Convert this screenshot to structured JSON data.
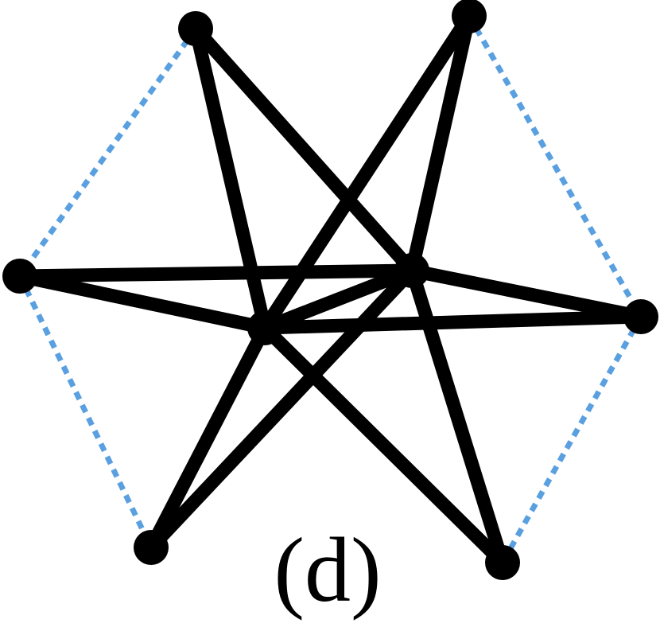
{
  "colors": {
    "node": "#000000",
    "solid_edge": "#000000",
    "dotted_edge": "#5aa0e0",
    "caption": "#000000"
  },
  "graph": {
    "caption": "(d)",
    "nodes": [
      {
        "id": "top-left"
      },
      {
        "id": "top-right"
      },
      {
        "id": "left"
      },
      {
        "id": "center-left"
      },
      {
        "id": "center-right"
      },
      {
        "id": "right"
      },
      {
        "id": "bottom-left"
      },
      {
        "id": "bottom-right"
      }
    ],
    "solid_edges": [
      [
        "top-left",
        "center-left"
      ],
      [
        "top-left",
        "center-right"
      ],
      [
        "top-right",
        "center-left"
      ],
      [
        "top-right",
        "center-right"
      ],
      [
        "left",
        "center-right"
      ],
      [
        "left",
        "center-left"
      ],
      [
        "center-left",
        "right"
      ],
      [
        "center-right",
        "right"
      ],
      [
        "center-left",
        "center-right"
      ],
      [
        "center-left",
        "bottom-right"
      ],
      [
        "center-right",
        "bottom-right"
      ],
      [
        "center-left",
        "bottom-left"
      ],
      [
        "center-right",
        "bottom-left"
      ]
    ],
    "dotted_edges": [
      [
        "top-left",
        "left"
      ],
      [
        "top-right",
        "right"
      ],
      [
        "left",
        "bottom-left"
      ],
      [
        "right",
        "bottom-right"
      ]
    ]
  }
}
